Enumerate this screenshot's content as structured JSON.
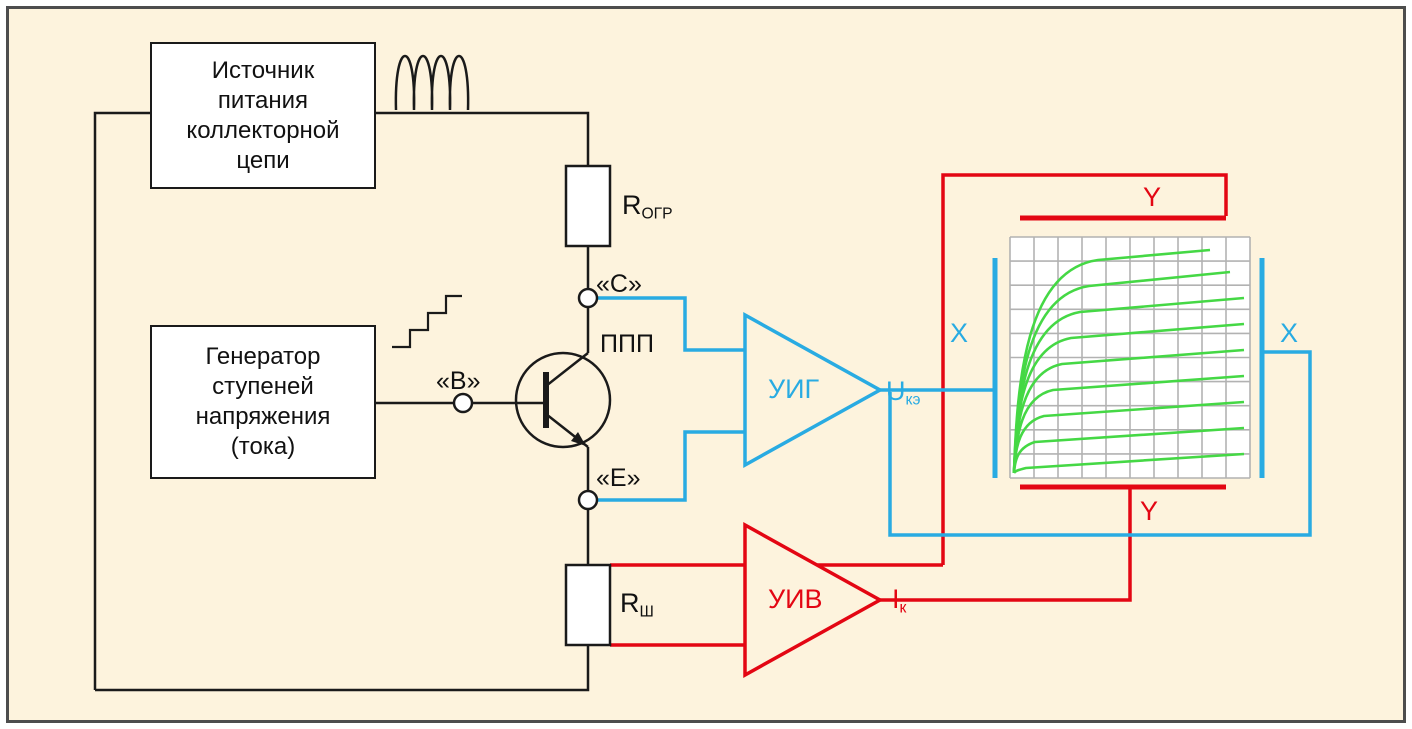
{
  "colors": {
    "background": "#fdf3dd",
    "frame": "#4d4d4d",
    "wire_black": "#1a1a1a",
    "wire_blue": "#29abe2",
    "wire_red": "#e30613",
    "curve_green": "#45d845",
    "grid_gray": "#b2b2b2"
  },
  "boxes": {
    "power_supply": {
      "text": "Источник\nпитания\nколлекторной\nцепи"
    },
    "step_generator": {
      "text": "Генератор\nступеней\nнапряжения\n(тока)"
    }
  },
  "labels": {
    "collector_terminal": "«С»",
    "base_terminal": "«В»",
    "emitter_terminal": "«Е»",
    "transistor": "ППП",
    "r_limit": {
      "main": "R",
      "sub": "ОГР"
    },
    "r_shunt": {
      "main": "R",
      "sub": "Ш"
    },
    "amp_voltage": "УИГ",
    "amp_current": "УИВ",
    "u_ce": {
      "main": "U",
      "sub": "кэ"
    },
    "i_c": {
      "main": "I",
      "sub": "к"
    },
    "x_left": "X",
    "x_right": "X",
    "y_top": "Y",
    "y_bottom": "Y"
  },
  "screen": {
    "grid": {
      "cols": 10,
      "rows": 10
    },
    "curves": [
      "M1014,473 C1015,471 1018,470 1026,468 L1244,454",
      "M1014,473 C1015,458 1019,447 1035,442 L1244,428",
      "M1014,473 C1015,447 1020,422 1044,416 L1244,402",
      "M1014,473 C1016,436 1021,397 1053,390 L1244,376",
      "M1014,473 C1016,425 1022,372 1062,364 L1244,350",
      "M1014,473 C1016,414 1023,347 1071,338 L1244,324",
      "M1014,473 C1017,403 1024,322 1080,312 L1244,298",
      "M1014,473 C1017,392 1025,296 1089,286 L1230,272",
      "M1014,473 C1017,381 1026,270 1098,260 L1210,250"
    ]
  }
}
